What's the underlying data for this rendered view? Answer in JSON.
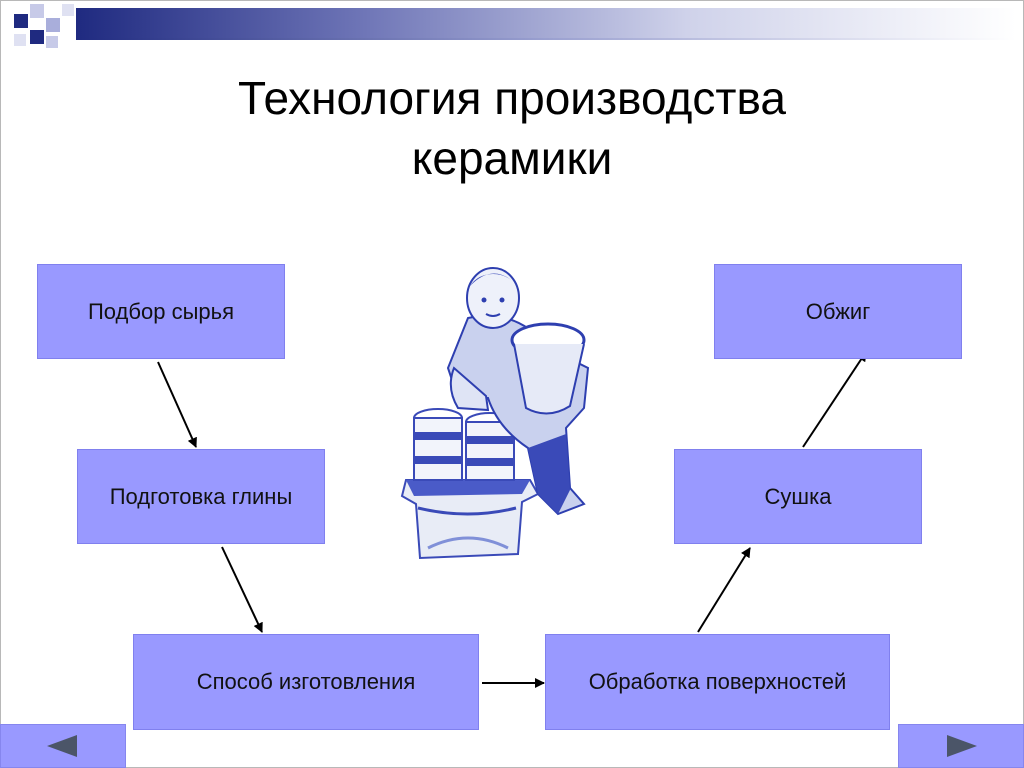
{
  "slide": {
    "title_line1": "Технология производства",
    "title_line2": "керамики"
  },
  "diagram": {
    "nodes": [
      {
        "id": "raw-material",
        "label": "Подбор сырья"
      },
      {
        "id": "clay-prep",
        "label": "Подготовка глины"
      },
      {
        "id": "manufacturing",
        "label": "Способ изготовления"
      },
      {
        "id": "surface",
        "label": "Обработка поверхностей"
      },
      {
        "id": "drying",
        "label": "Сушка"
      },
      {
        "id": "firing",
        "label": "Обжиг"
      }
    ],
    "edges": [
      {
        "from": "raw-material",
        "to": "clay-prep"
      },
      {
        "from": "clay-prep",
        "to": "manufacturing"
      },
      {
        "from": "manufacturing",
        "to": "surface"
      },
      {
        "from": "surface",
        "to": "drying"
      },
      {
        "from": "drying",
        "to": "firing"
      }
    ]
  },
  "colors": {
    "box_fill": "#9999ff",
    "accent_dark": "#1f2a80",
    "figure_blue": "#2e3fb0"
  },
  "nav": {
    "prev_icon": "triangle-left-icon",
    "next_icon": "triangle-right-icon"
  }
}
